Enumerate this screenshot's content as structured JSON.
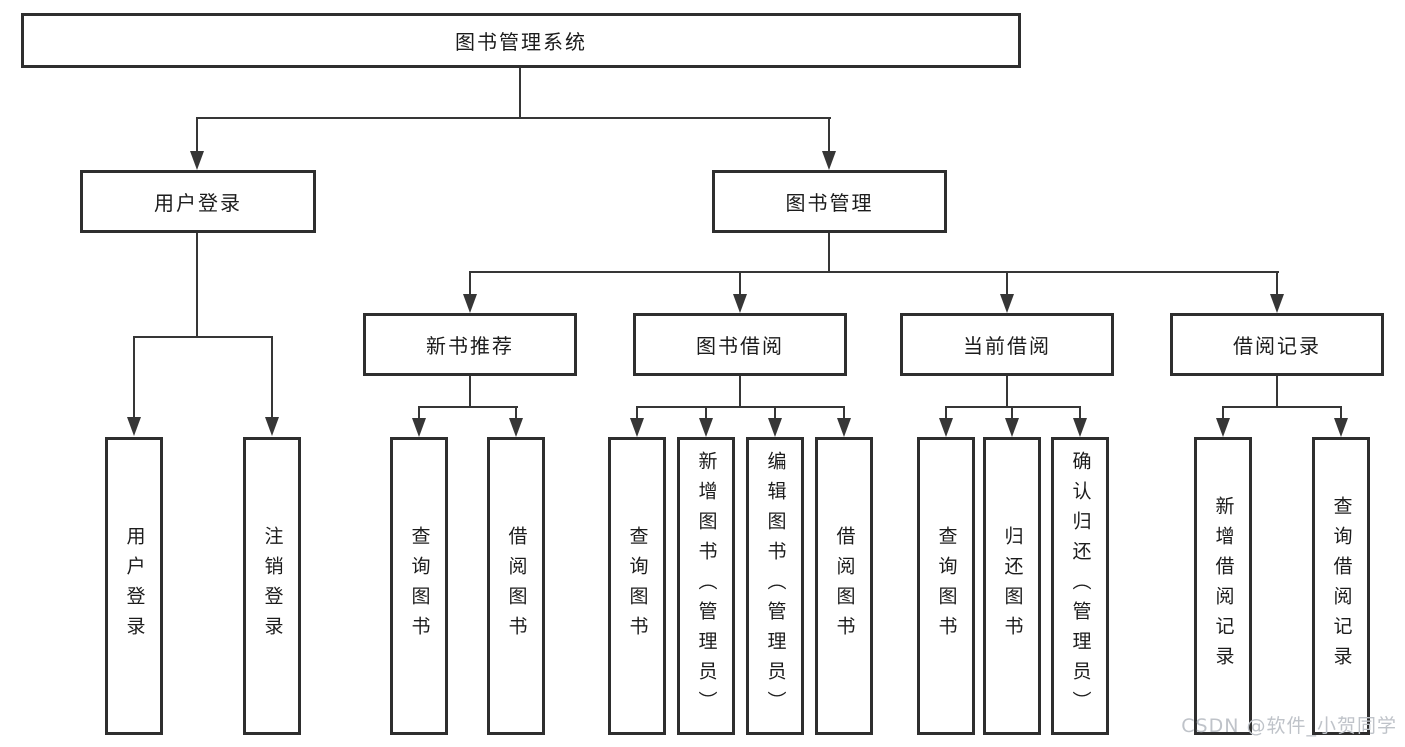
{
  "tree": {
    "label": "图书管理系统",
    "children": [
      {
        "label": "用户登录",
        "children": [
          {
            "label": "用户登录"
          },
          {
            "label": "注销登录"
          }
        ]
      },
      {
        "label": "图书管理",
        "children": [
          {
            "label": "新书推荐",
            "children": [
              {
                "label": "查询图书"
              },
              {
                "label": "借阅图书"
              }
            ]
          },
          {
            "label": "图书借阅",
            "children": [
              {
                "label": "查询图书"
              },
              {
                "label": "新增图书（管理员）"
              },
              {
                "label": "编辑图书（管理员）"
              },
              {
                "label": "借阅图书"
              }
            ]
          },
          {
            "label": "当前借阅",
            "children": [
              {
                "label": "查询图书"
              },
              {
                "label": "归还图书"
              },
              {
                "label": "确认归还（管理员）"
              }
            ]
          },
          {
            "label": "借阅记录",
            "children": [
              {
                "label": "新增借阅记录"
              },
              {
                "label": "查询借阅记录"
              }
            ]
          }
        ]
      }
    ]
  },
  "watermark": {
    "text": "CSDN @软件_小贺同学",
    "color": "#bfc3c9"
  },
  "style": {
    "line_color": "#363636",
    "box_border_color": "#2e2e2e",
    "text_color": "#1c1c1c"
  }
}
